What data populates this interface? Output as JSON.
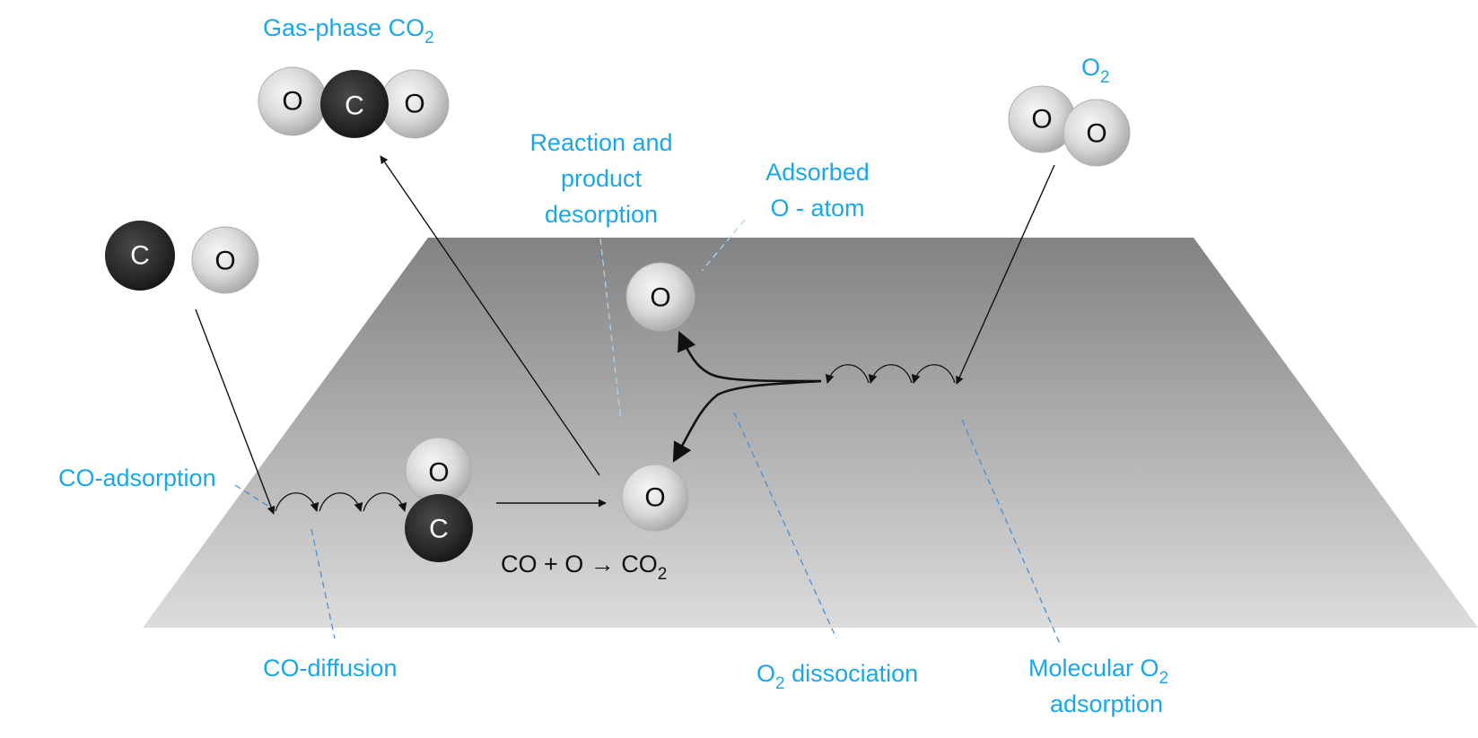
{
  "labels": {
    "gas_phase_co2": "Gas-phase CO",
    "gas_phase_co2_sub": "2",
    "o2_top": "O",
    "o2_top_sub": "2",
    "reaction_line1": "Reaction and",
    "reaction_line2": "product",
    "reaction_line3": "desorption",
    "adsorbed_line1": "Adsorbed",
    "adsorbed_line2": "O - atom",
    "co_adsorption": "CO-adsorption",
    "co_diffusion": "CO-diffusion",
    "o2_dissociation_o": "O",
    "o2_dissociation_sub": "2",
    "o2_dissociation_rest": " dissociation",
    "molecular_line1": "Molecular O",
    "molecular_line1_sub": "2",
    "molecular_line2": "adsorption"
  },
  "equation": {
    "text": "CO + O → CO",
    "sub": "2"
  },
  "atoms": {
    "carbon": "C",
    "oxygen": "O"
  },
  "colors": {
    "label": "#1AA7E8",
    "carbon": "#2B2B2B",
    "oxygen": "#D6D6D6",
    "surface_top": "#828282",
    "surface_bottom": "#DCDCDC"
  }
}
